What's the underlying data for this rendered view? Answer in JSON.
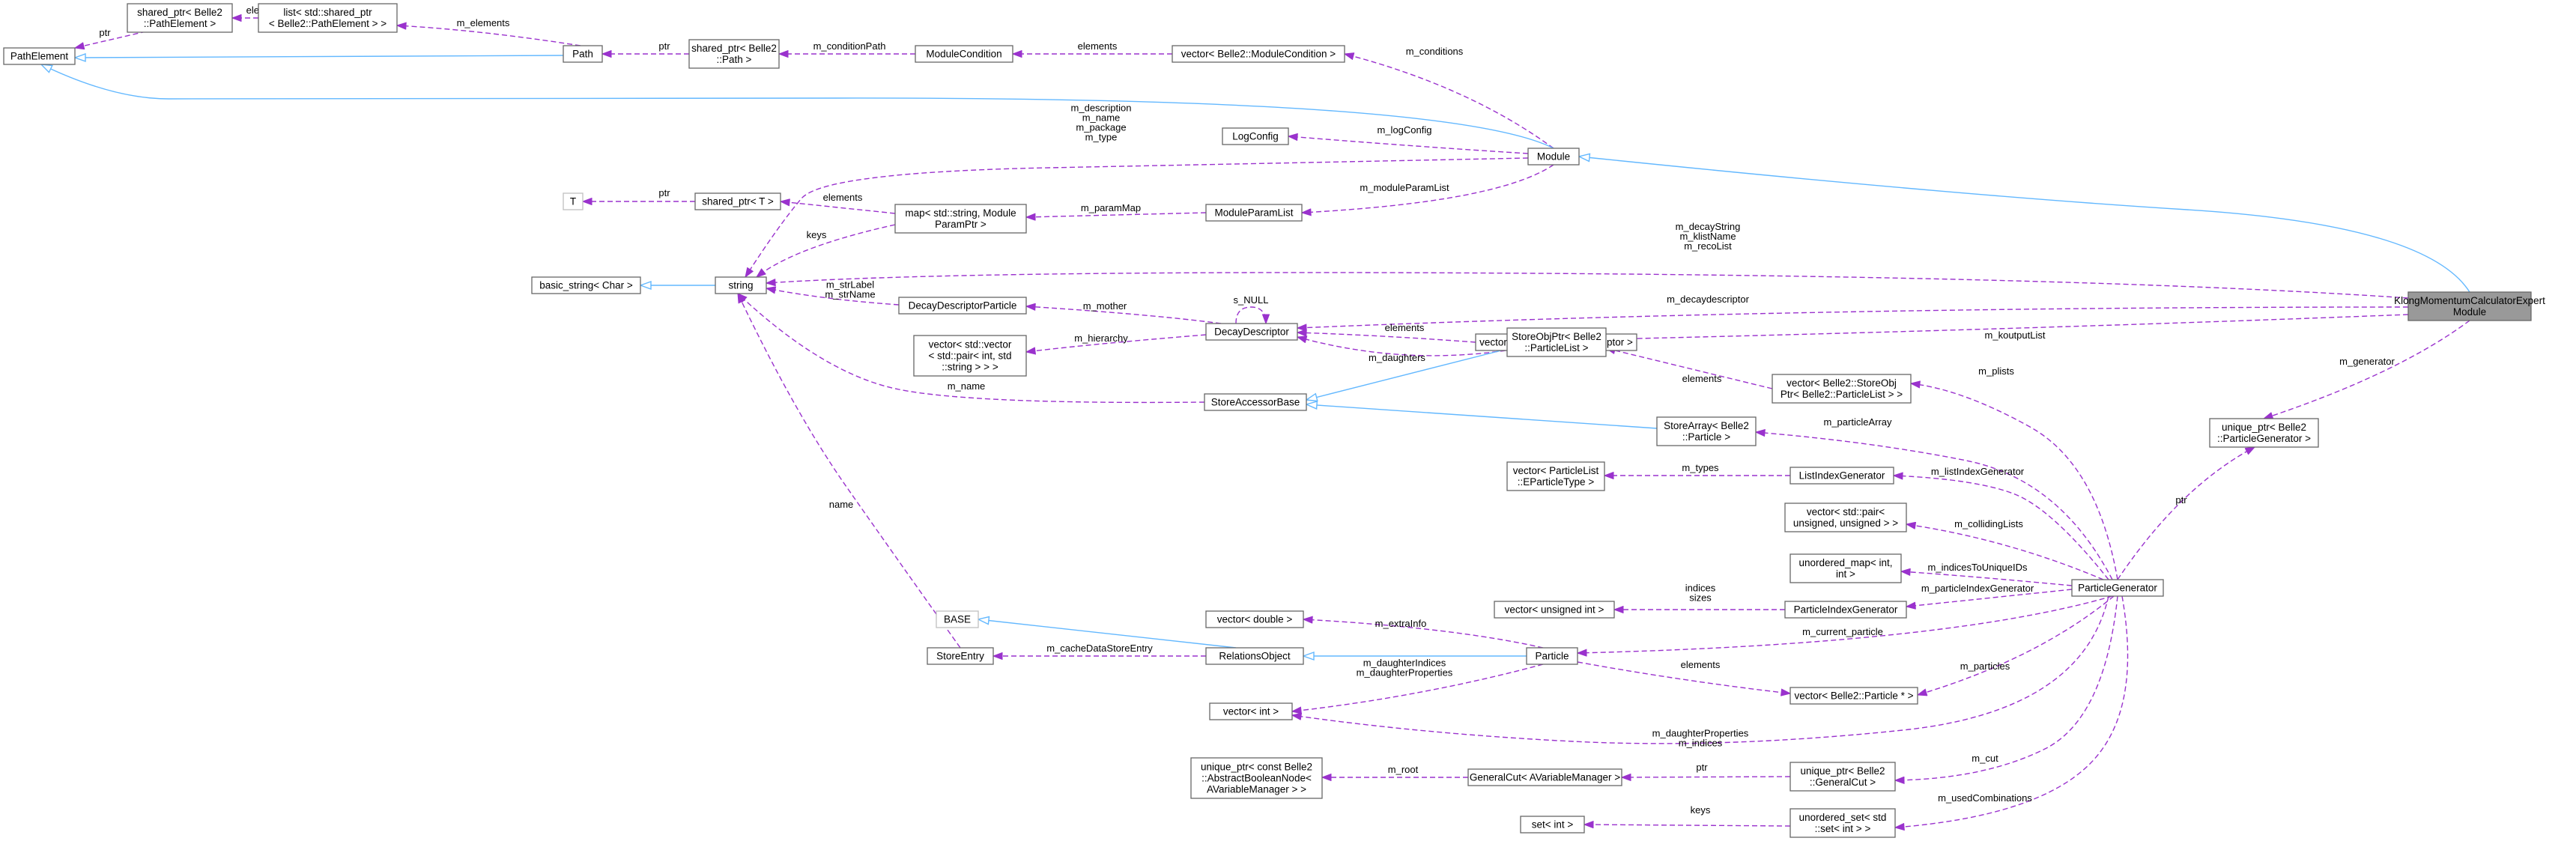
{
  "nodes": [
    {
      "id": "PathElement",
      "lines": [
        "PathElement"
      ]
    },
    {
      "id": "sp_PathElement",
      "lines": [
        "shared_ptr< Belle2",
        "::PathElement >"
      ]
    },
    {
      "id": "list_sp_PathElement",
      "lines": [
        "list< std::shared_ptr",
        "< Belle2::PathElement > >"
      ]
    },
    {
      "id": "Path",
      "lines": [
        "Path"
      ]
    },
    {
      "id": "sp_Path",
      "lines": [
        "shared_ptr< Belle2",
        "::Path >"
      ]
    },
    {
      "id": "ModuleCondition",
      "lines": [
        "ModuleCondition"
      ]
    },
    {
      "id": "vec_ModuleCondition",
      "lines": [
        "vector< Belle2::ModuleCondition >"
      ]
    },
    {
      "id": "Module",
      "lines": [
        "Module"
      ]
    },
    {
      "id": "LogConfig",
      "lines": [
        "LogConfig"
      ]
    },
    {
      "id": "T",
      "lines": [
        "T"
      ],
      "grey": true
    },
    {
      "id": "sp_T",
      "lines": [
        "shared_ptr< T >"
      ]
    },
    {
      "id": "map_ModuleParam",
      "lines": [
        "map< std::string, Module",
        "ParamPtr >"
      ]
    },
    {
      "id": "ModuleParamList",
      "lines": [
        "ModuleParamList"
      ]
    },
    {
      "id": "basic_string",
      "lines": [
        "basic_string< Char >"
      ]
    },
    {
      "id": "string",
      "lines": [
        "string"
      ]
    },
    {
      "id": "DecayDescriptorParticle",
      "lines": [
        "DecayDescriptorParticle"
      ]
    },
    {
      "id": "DecayDescriptor",
      "lines": [
        "DecayDescriptor"
      ]
    },
    {
      "id": "vec_DecayDescriptor",
      "lines": [
        "vector< Belle2::DecayDescriptor >"
      ]
    },
    {
      "id": "vec_pair_int_string",
      "lines": [
        "vector< std::vector",
        "< std::pair< int, std",
        "::string > > >"
      ]
    },
    {
      "id": "StoreAccessorBase",
      "lines": [
        "StoreAccessorBase"
      ]
    },
    {
      "id": "StoreObjPtr_ParticleList",
      "lines": [
        "StoreObjPtr< Belle2",
        "::ParticleList >"
      ]
    },
    {
      "id": "vec_StoreObjPtr",
      "lines": [
        "vector< Belle2::StoreObj",
        "Ptr< Belle2::ParticleList > >"
      ]
    },
    {
      "id": "StoreArray_Particle",
      "lines": [
        "StoreArray< Belle2",
        "::Particle >"
      ]
    },
    {
      "id": "vec_EParticleType",
      "lines": [
        "vector< ParticleList",
        "::EParticleType >"
      ]
    },
    {
      "id": "ListIndexGenerator",
      "lines": [
        "ListIndexGenerator"
      ]
    },
    {
      "id": "vec_pair_unsigned",
      "lines": [
        "vector< std::pair<",
        "unsigned, unsigned > >"
      ]
    },
    {
      "id": "umap_int",
      "lines": [
        "unordered_map< int,",
        "int >"
      ]
    },
    {
      "id": "vec_unsigned",
      "lines": [
        "vector< unsigned int >"
      ]
    },
    {
      "id": "ParticleIndexGenerator",
      "lines": [
        "ParticleIndexGenerator"
      ]
    },
    {
      "id": "BASE",
      "lines": [
        "BASE"
      ],
      "grey": true
    },
    {
      "id": "vec_double",
      "lines": [
        "vector< double >"
      ]
    },
    {
      "id": "StoreEntry",
      "lines": [
        "StoreEntry"
      ]
    },
    {
      "id": "RelationsObject",
      "lines": [
        "RelationsObject"
      ]
    },
    {
      "id": "Particle",
      "lines": [
        "Particle"
      ]
    },
    {
      "id": "vec_Particle_ptr",
      "lines": [
        "vector< Belle2::Particle * >"
      ]
    },
    {
      "id": "vec_int",
      "lines": [
        "vector< int >"
      ]
    },
    {
      "id": "up_AbstractBoolean",
      "lines": [
        "unique_ptr< const Belle2",
        "::AbstractBooleanNode<",
        "AVariableManager > >"
      ]
    },
    {
      "id": "GeneralCut",
      "lines": [
        "GeneralCut< AVariableManager >"
      ]
    },
    {
      "id": "up_GeneralCut",
      "lines": [
        "unique_ptr< Belle2",
        "::GeneralCut >"
      ]
    },
    {
      "id": "set_int",
      "lines": [
        "set< int >"
      ]
    },
    {
      "id": "uset_set_int",
      "lines": [
        "unordered_set< std",
        "::set< int > >"
      ]
    },
    {
      "id": "ParticleGenerator",
      "lines": [
        "ParticleGenerator"
      ]
    },
    {
      "id": "up_ParticleGenerator",
      "lines": [
        "unique_ptr< Belle2",
        "::ParticleGenerator >"
      ]
    },
    {
      "id": "Root",
      "lines": [
        "KlongMomentumCalculatorExpert",
        "Module"
      ],
      "root": true
    }
  ],
  "edges": [
    {
      "from": "PathElement",
      "to": "sp_PathElement",
      "label": [
        "ptr"
      ]
    },
    {
      "from": "sp_PathElement",
      "to": "list_sp_PathElement",
      "label": [
        "elements"
      ]
    },
    {
      "from": "list_sp_PathElement",
      "to": "Path",
      "label": [
        "m_elements"
      ]
    },
    {
      "from": "Path",
      "to": "PathElement",
      "kind": "inherit"
    },
    {
      "from": "Path",
      "to": "sp_Path",
      "label": [
        "ptr"
      ]
    },
    {
      "from": "sp_Path",
      "to": "ModuleCondition",
      "label": [
        "m_conditionPath"
      ]
    },
    {
      "from": "ModuleCondition",
      "to": "vec_ModuleCondition",
      "label": [
        "elements"
      ]
    },
    {
      "from": "vec_ModuleCondition",
      "to": "Module",
      "label": [
        "m_conditions"
      ]
    },
    {
      "from": "Module",
      "to": "PathElement",
      "kind": "inherit"
    },
    {
      "from": "LogConfig",
      "to": "Module",
      "label": [
        "m_logConfig"
      ]
    },
    {
      "from": "string",
      "to": "Module",
      "label": [
        "m_description",
        "m_name",
        "m_package",
        "m_type"
      ]
    },
    {
      "from": "ModuleParamList",
      "to": "Module",
      "label": [
        "m_moduleParamList"
      ]
    },
    {
      "from": "T",
      "to": "sp_T",
      "label": [
        "ptr"
      ]
    },
    {
      "from": "sp_T",
      "to": "map_ModuleParam",
      "label": [
        "elements"
      ]
    },
    {
      "from": "string",
      "to": "map_ModuleParam",
      "label": [
        "keys"
      ]
    },
    {
      "from": "map_ModuleParam",
      "to": "ModuleParamList",
      "label": [
        "m_paramMap"
      ]
    },
    {
      "from": "Module",
      "to": "Root",
      "kind": "inherit"
    },
    {
      "from": "string",
      "to": "basic_string",
      "kind": "inherit"
    },
    {
      "from": "string",
      "to": "Root",
      "label": [
        "m_decayString",
        "m_klistName",
        "m_recoList"
      ]
    },
    {
      "from": "string",
      "to": "DecayDescriptorParticle",
      "label": [
        "m_strLabel",
        "m_strName"
      ]
    },
    {
      "from": "DecayDescriptorParticle",
      "to": "DecayDescriptor",
      "label": [
        "m_mother"
      ]
    },
    {
      "from": "DecayDescriptor",
      "to": "DecayDescriptor",
      "label": [
        "s_NULL"
      ]
    },
    {
      "from": "DecayDescriptor",
      "to": "vec_DecayDescriptor",
      "label": [
        "elements"
      ]
    },
    {
      "from": "vec_DecayDescriptor",
      "to": "DecayDescriptor",
      "label": [
        "m_daughters"
      ]
    },
    {
      "from": "vec_pair_int_string",
      "to": "DecayDescriptor",
      "label": [
        "m_hierarchy"
      ]
    },
    {
      "from": "DecayDescriptor",
      "to": "Root",
      "label": [
        "m_decaydescriptor"
      ]
    },
    {
      "from": "string",
      "to": "StoreAccessorBase",
      "label": [
        "m_name"
      ]
    },
    {
      "from": "StoreObjPtr_ParticleList",
      "to": "StoreAccessorBase",
      "kind": "inherit"
    },
    {
      "from": "StoreArray_Particle",
      "to": "StoreAccessorBase",
      "kind": "inherit"
    },
    {
      "from": "StoreObjPtr_ParticleList",
      "to": "Root",
      "label": [
        "m_koutputList"
      ]
    },
    {
      "from": "StoreObjPtr_ParticleList",
      "to": "vec_StoreObjPtr",
      "label": [
        "elements"
      ]
    },
    {
      "from": "vec_StoreObjPtr",
      "to": "ParticleGenerator",
      "label": [
        "m_plists"
      ]
    },
    {
      "from": "StoreArray_Particle",
      "to": "ParticleGenerator",
      "label": [
        "m_particleArray"
      ]
    },
    {
      "from": "vec_EParticleType",
      "to": "ListIndexGenerator",
      "label": [
        "m_types"
      ]
    },
    {
      "from": "ListIndexGenerator",
      "to": "ParticleGenerator",
      "label": [
        "m_listIndexGenerator"
      ]
    },
    {
      "from": "vec_pair_unsigned",
      "to": "ParticleGenerator",
      "label": [
        "m_collidingLists"
      ]
    },
    {
      "from": "umap_int",
      "to": "ParticleGenerator",
      "label": [
        "m_indicesToUniqueIDs"
      ]
    },
    {
      "from": "vec_unsigned",
      "to": "ParticleIndexGenerator",
      "label": [
        "indices",
        "sizes"
      ]
    },
    {
      "from": "ParticleIndexGenerator",
      "to": "ParticleGenerator",
      "label": [
        "m_particleIndexGenerator"
      ]
    },
    {
      "from": "ParticleGenerator",
      "to": "up_ParticleGenerator",
      "label": [
        "ptr"
      ]
    },
    {
      "from": "up_ParticleGenerator",
      "to": "Root",
      "label": [
        "m_generator"
      ]
    },
    {
      "from": "string",
      "to": "StoreEntry",
      "label": [
        "name"
      ]
    },
    {
      "from": "StoreEntry",
      "to": "RelationsObject",
      "label": [
        "m_cacheDataStoreEntry"
      ]
    },
    {
      "from": "BASE",
      "to": "RelationsObject",
      "kind": "inherit"
    },
    {
      "from": "RelationsObject",
      "to": "Particle",
      "kind": "inherit"
    },
    {
      "from": "vec_double",
      "to": "Particle",
      "label": [
        "m_extraInfo"
      ]
    },
    {
      "from": "Particle",
      "to": "ParticleGenerator",
      "label": [
        "m_current_particle"
      ]
    },
    {
      "from": "Particle",
      "to": "vec_Particle_ptr",
      "label": [
        "elements"
      ]
    },
    {
      "from": "vec_Particle_ptr",
      "to": "ParticleGenerator",
      "label": [
        "m_particles"
      ]
    },
    {
      "from": "vec_int",
      "to": "Particle",
      "label": [
        "m_daughterIndices",
        "m_daughterProperties"
      ]
    },
    {
      "from": "vec_int",
      "to": "ParticleGenerator",
      "label": [
        "m_daughterProperties",
        "m_indices"
      ]
    },
    {
      "from": "up_AbstractBoolean",
      "to": "GeneralCut",
      "label": [
        "m_root"
      ]
    },
    {
      "from": "GeneralCut",
      "to": "up_GeneralCut",
      "label": [
        "ptr"
      ]
    },
    {
      "from": "up_GeneralCut",
      "to": "ParticleGenerator",
      "label": [
        "m_cut"
      ]
    },
    {
      "from": "set_int",
      "to": "uset_set_int",
      "label": [
        "keys"
      ]
    },
    {
      "from": "uset_set_int",
      "to": "ParticleGenerator",
      "label": [
        "m_usedCombinations"
      ]
    }
  ]
}
